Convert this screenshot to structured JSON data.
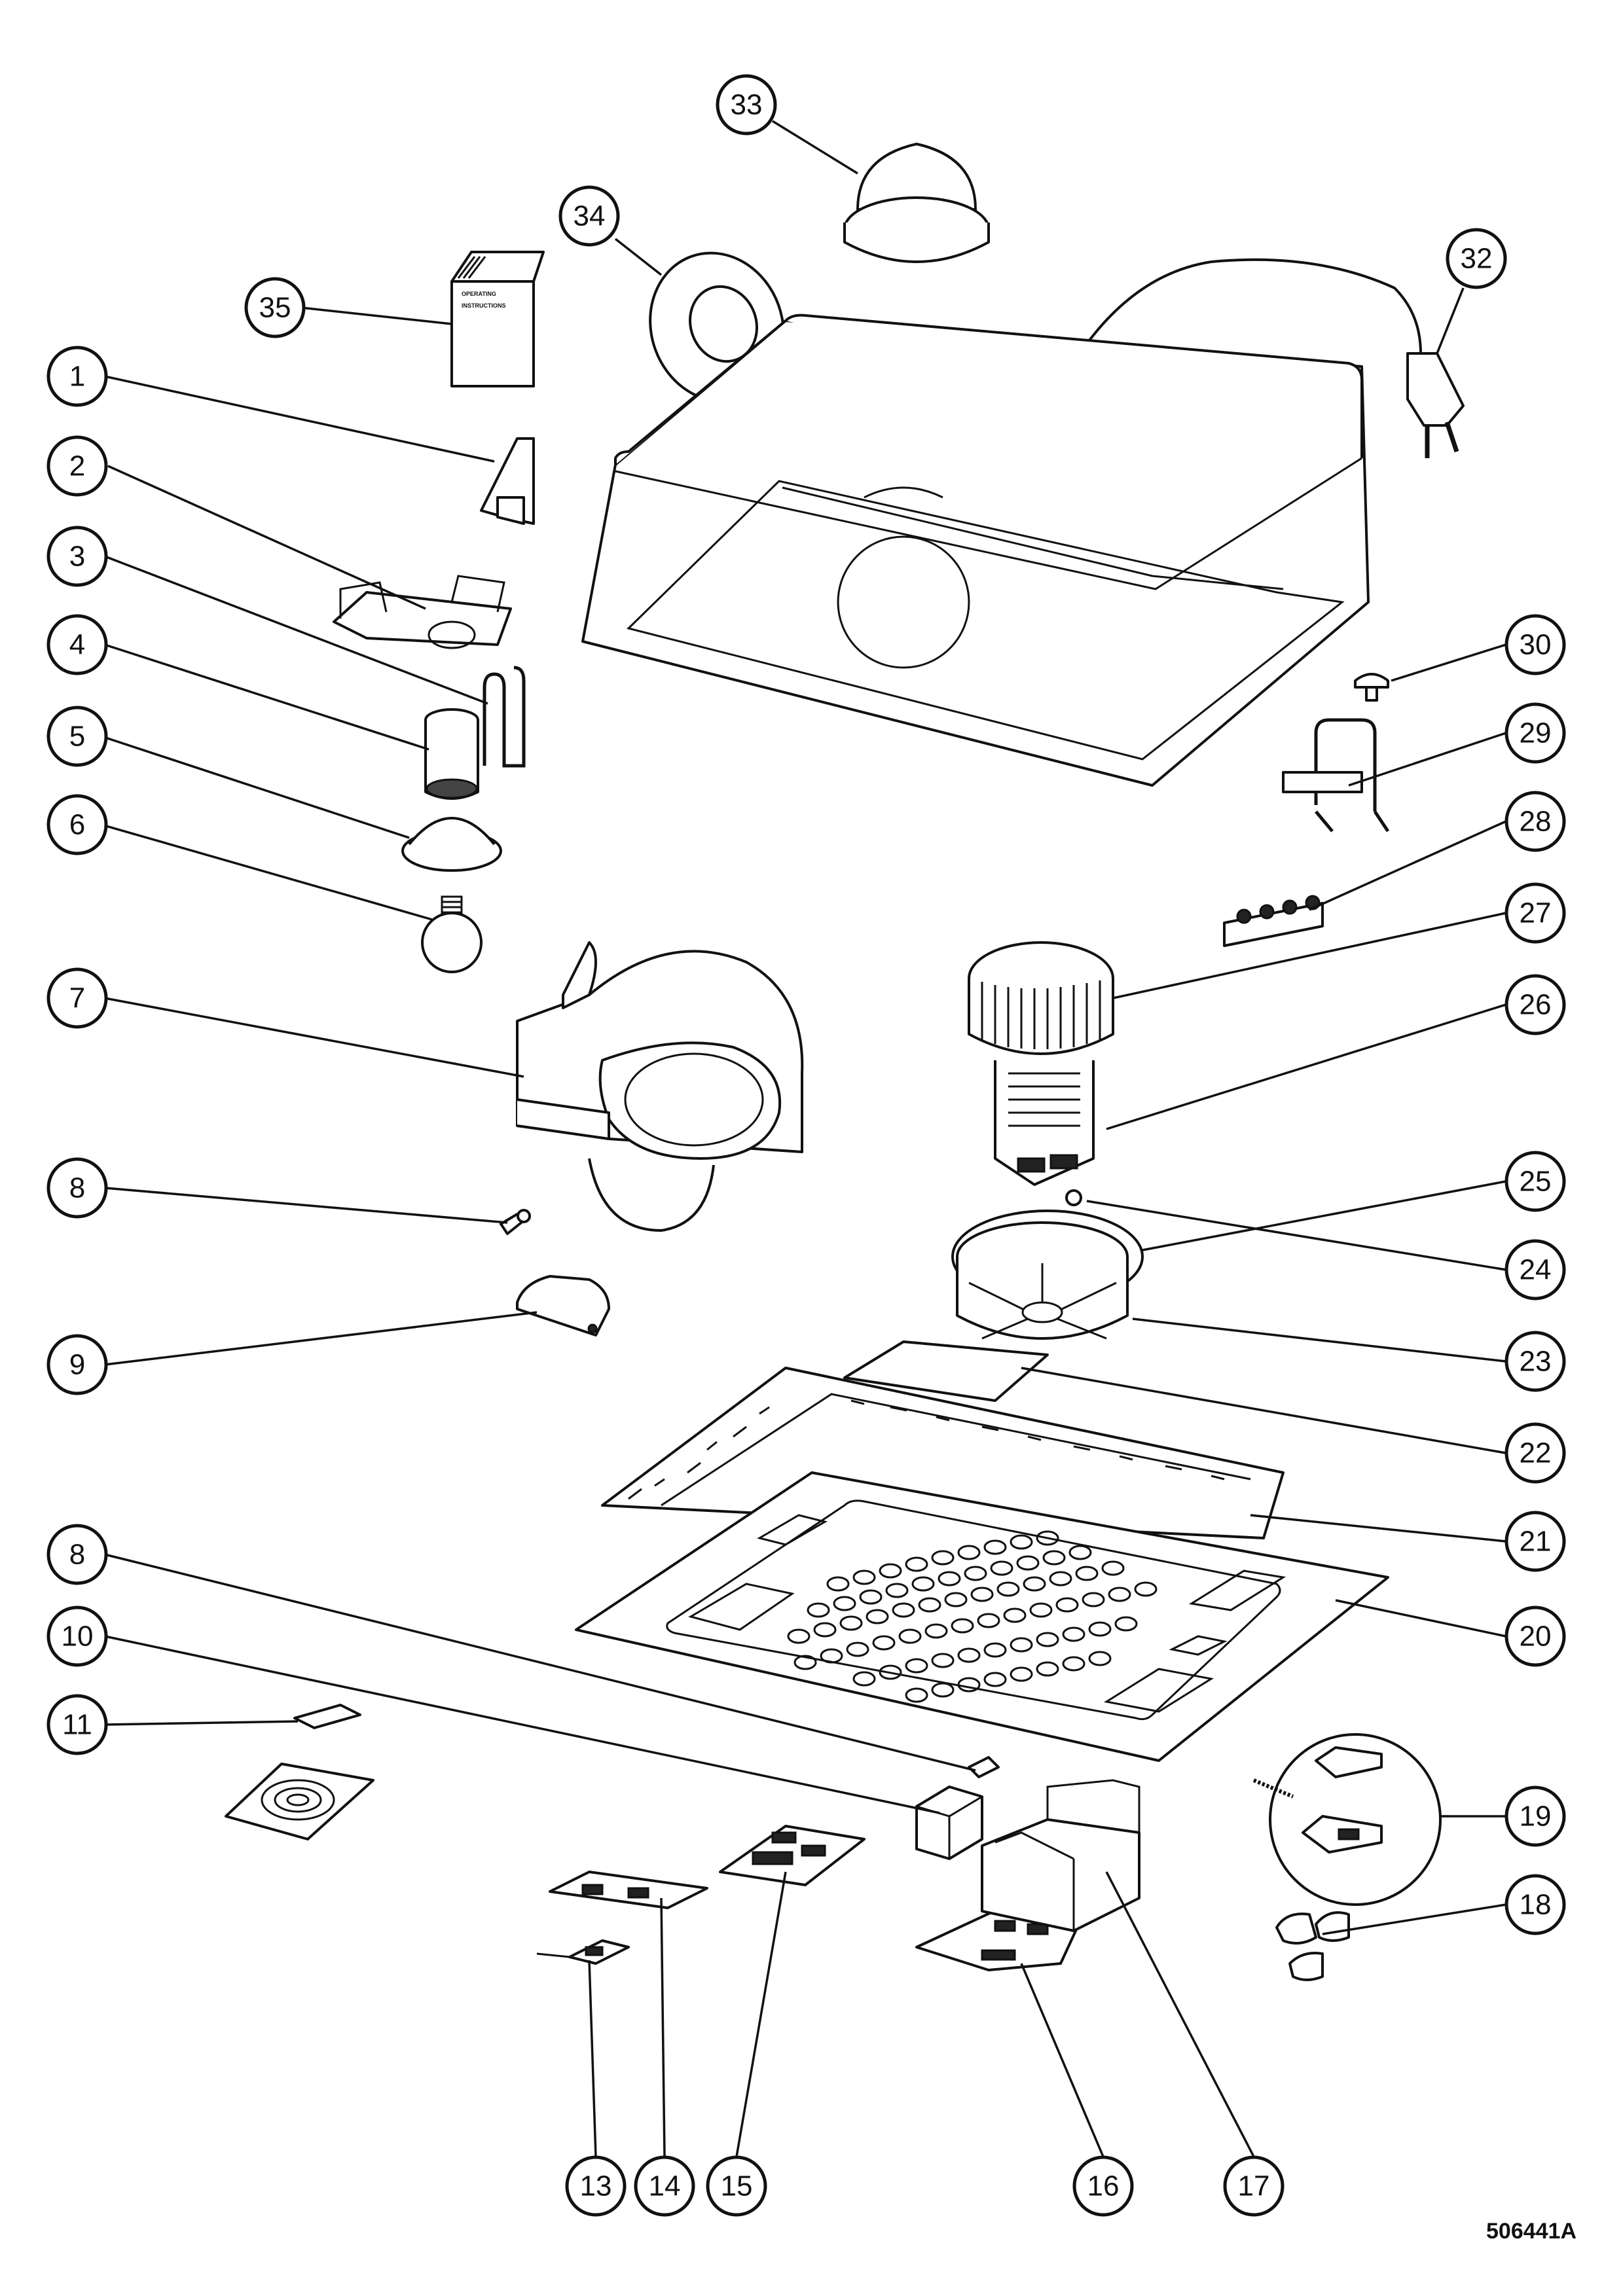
{
  "callouts": [
    {
      "label": "1",
      "cx": 0,
      "cy": 0
    },
    {
      "label": "2"
    },
    {
      "label": "3"
    },
    {
      "label": "4"
    },
    {
      "label": "5"
    },
    {
      "label": "6"
    },
    {
      "label": "7"
    },
    {
      "label": "8"
    },
    {
      "label": "9"
    },
    {
      "label": "8"
    },
    {
      "label": "10"
    },
    {
      "label": "11"
    },
    {
      "label": "13"
    },
    {
      "label": "14"
    },
    {
      "label": "15"
    },
    {
      "label": "16"
    },
    {
      "label": "17"
    },
    {
      "label": "18"
    },
    {
      "label": "19"
    },
    {
      "label": "20"
    },
    {
      "label": "21"
    },
    {
      "label": "22"
    },
    {
      "label": "23"
    },
    {
      "label": "24"
    },
    {
      "label": "25"
    },
    {
      "label": "26"
    },
    {
      "label": "27"
    },
    {
      "label": "28"
    },
    {
      "label": "29"
    },
    {
      "label": "30"
    },
    {
      "label": "32"
    },
    {
      "label": "33"
    },
    {
      "label": "34"
    },
    {
      "label": "35"
    }
  ],
  "booklet": {
    "line1": "OPERATING",
    "line2": "INSTRUCTIONS"
  },
  "drawing_code": "506441A"
}
